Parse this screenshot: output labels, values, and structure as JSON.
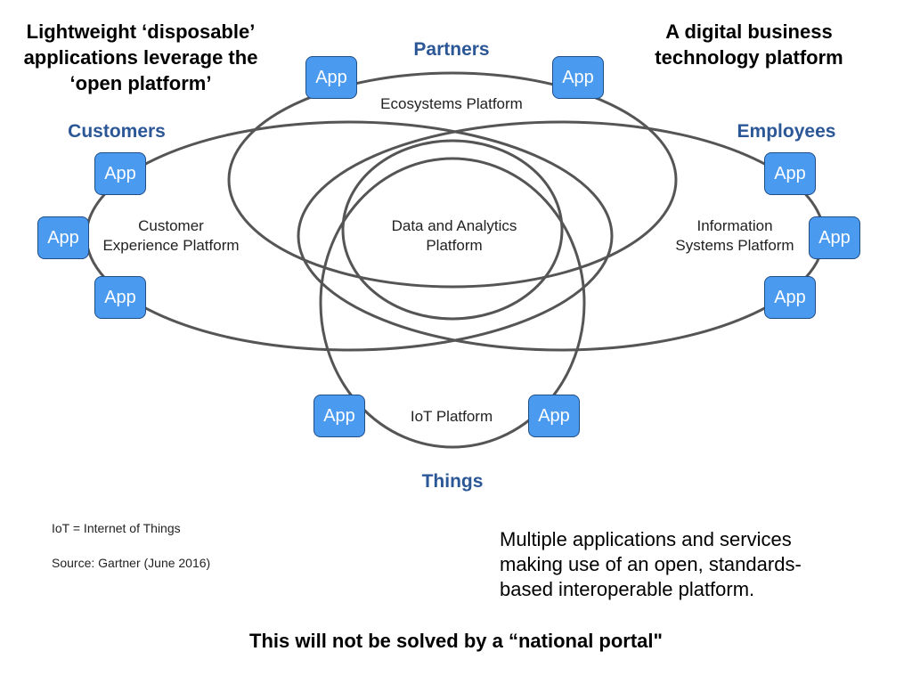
{
  "headings": {
    "left": [
      "Lightweight ‘disposable’",
      "applications leverage the",
      "‘open platform’"
    ],
    "right": [
      "A digital business",
      "technology platform"
    ]
  },
  "groups": {
    "partners": "Partners",
    "customers": "Customers",
    "employees": "Employees",
    "things": "Things"
  },
  "platforms": {
    "ecosystems": [
      "Ecosystems Platform"
    ],
    "customer": [
      "Customer",
      "Experience Platform"
    ],
    "data": [
      "Data and Analytics",
      "Platform"
    ],
    "information": [
      "Information",
      "Systems Platform"
    ],
    "iot": [
      "IoT Platform"
    ]
  },
  "app_label": "App",
  "notes": {
    "iot_definition": "IoT = Internet of Things",
    "source": "Source: Gartner (June 2016)"
  },
  "summary": [
    "Multiple applications and services",
    "making use of an open, standards-",
    "based interoperable platform."
  ],
  "footer": "This will not be solved by a “national portal\""
}
